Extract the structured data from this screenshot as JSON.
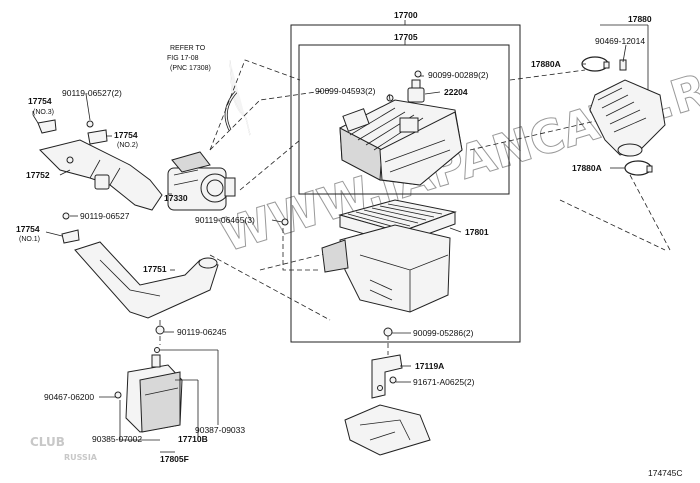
{
  "diagram": {
    "figure_id": "174745C",
    "watermark": "WWW.JAPANCATS.RU",
    "site_badge": {
      "top": "CLUB",
      "bottom": "RUSSIA"
    },
    "reference": {
      "line1": "REFER TO",
      "line2": "FIG 17-08",
      "line3": "(PNC 17308)"
    },
    "labels": {
      "p17700": "17700",
      "p17705": "17705",
      "p17880": "17880",
      "p90469": "90469-12014",
      "p17880a_top": "17880A",
      "p17880a_bot": "17880A",
      "p90099_00289": "90099-00289(2)",
      "p90099_04593": "90099-04593(2)",
      "p22204": "22204",
      "p17801": "17801",
      "p90099_05286": "90099-05286(2)",
      "p17119a": "17119A",
      "p91671": "91671-A0625(2)",
      "p17754_no3": "17754",
      "no3": "(NO.3)",
      "p90119_06527_2": "90119-06527(2)",
      "p17754_no2": "17754",
      "no2": "(NO.2)",
      "p17752": "17752",
      "p17330": "17330",
      "p90119_06527": "90119-06527",
      "p17754_no1": "17754",
      "no1": "(NO.1)",
      "p90119_06465": "90119-06465(3)",
      "p17751": "17751",
      "p90119_06245": "90119-06245",
      "p90467": "90467-06200",
      "p90385": "90385-07002",
      "p17710b": "17710B",
      "p90387": "90387-09033",
      "p17805f": "17805F"
    }
  }
}
